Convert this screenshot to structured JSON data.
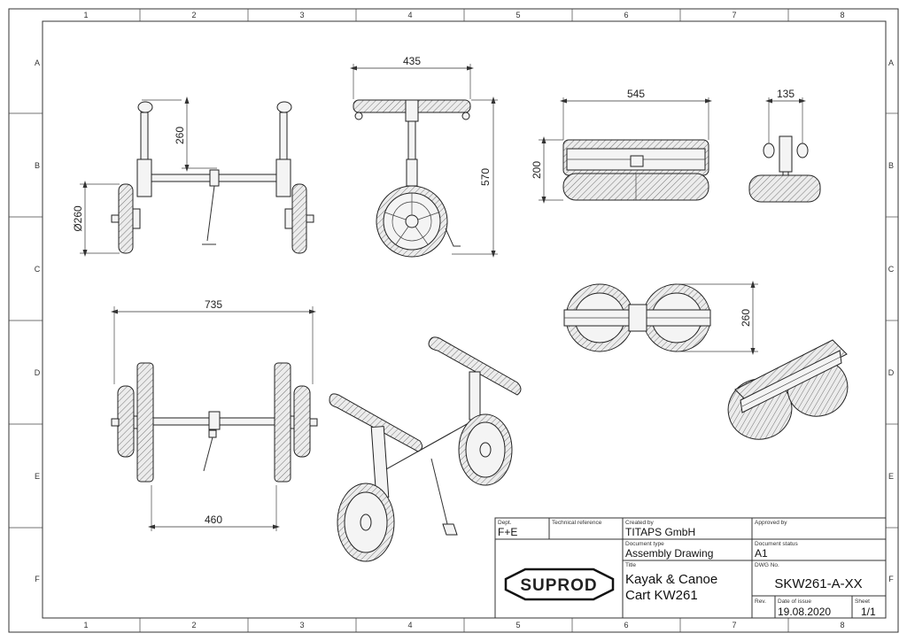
{
  "zones": {
    "columns": [
      "1",
      "2",
      "3",
      "4",
      "5",
      "6",
      "7",
      "8"
    ],
    "rows": [
      "A",
      "B",
      "C",
      "D",
      "E",
      "F"
    ]
  },
  "dimensions": {
    "side_height": "260",
    "wheel_diameter": "Ø260",
    "front_width": "435",
    "front_height": "570",
    "folded_length": "545",
    "folded_height": "200",
    "folded_depth": "135",
    "folded_wheel_height": "260",
    "top_width": "735",
    "top_axle": "460"
  },
  "title_block": {
    "dept_label": "Dept.",
    "dept": "F+E",
    "tech_ref_label": "Technical reference",
    "created_by_label": "Created by",
    "created_by": "TITAPS GmbH",
    "approved_by_label": "Approved by",
    "doc_type_label": "Document type",
    "doc_type": "Assembly Drawing",
    "doc_status_label": "Document status",
    "doc_status": "A1",
    "title_label": "Title",
    "title_line1": "Kayak & Canoe",
    "title_line2": "Cart KW261",
    "dwg_no_label": "DWG No.",
    "dwg_no": "SKW261-A-XX",
    "rev_label": "Rev.",
    "date_label": "Date of issue",
    "date": "19.08.2020",
    "sheet_label": "Sheet",
    "sheet": "1/1",
    "logo": "SUPROD"
  }
}
